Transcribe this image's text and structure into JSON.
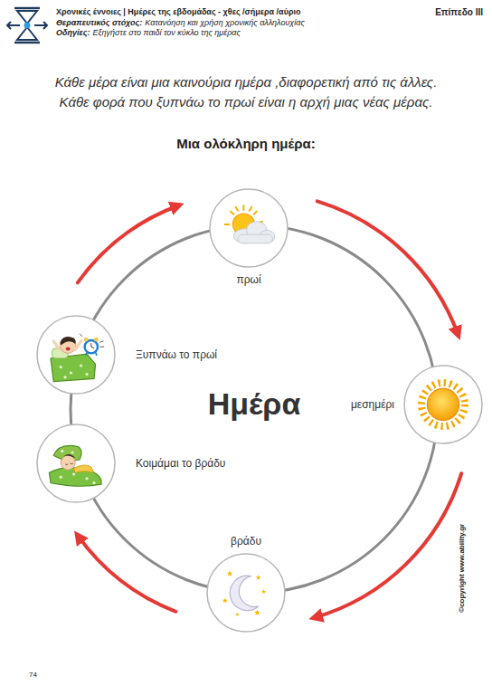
{
  "diagram": {
    "title": "Μια ολόκληρη ημέρα:",
    "nodes": [
      {
        "text": [
          "Ημέρα"
        ]
      },
      {
        "text": [
          "πρωί"
        ]
      },
      {
        "text": [
          "Ξυπνάω το πρωί"
        ]
      },
      {
        "text": [
          "μεσημέρι"
        ]
      },
      {
        "text": [
          "Κοιμάμαι το βράδυ"
        ]
      },
      {
        "text": [
          "βράδυ"
        ]
      }
    ],
    "edges": [
      {
        "from": 2,
        "to": 1,
        "arrow": "to"
      },
      {
        "from": 1,
        "to": 3,
        "arrow": "to"
      },
      {
        "from": 3,
        "to": 5,
        "arrow": "to"
      },
      {
        "from": 5,
        "to": 4,
        "arrow": "to"
      }
    ],
    "labels": [
      "Χρονικές έννοιες | Ημέρες της εβδομάδας - χθες /σήμερα /αύριο",
      "Θεραπευτικός στόχος:",
      "Κατανόηση και χρήση χρονικής αλληλουχίας",
      "Οδηγίες:",
      "Εξηγήστε στο παιδί τον κύκλο της ημέρας",
      "Επίπεδο ΙΙΙ",
      "Κάθε μέρα είναι μια καινούρια ημέρα ,διαφορετική από τις άλλες.",
      "Κάθε φορά που ξυπνάω το πρωί είναι η αρχή μιας νέας μέρας.",
      "74",
      "©copyright www.ability.gr"
    ]
  }
}
